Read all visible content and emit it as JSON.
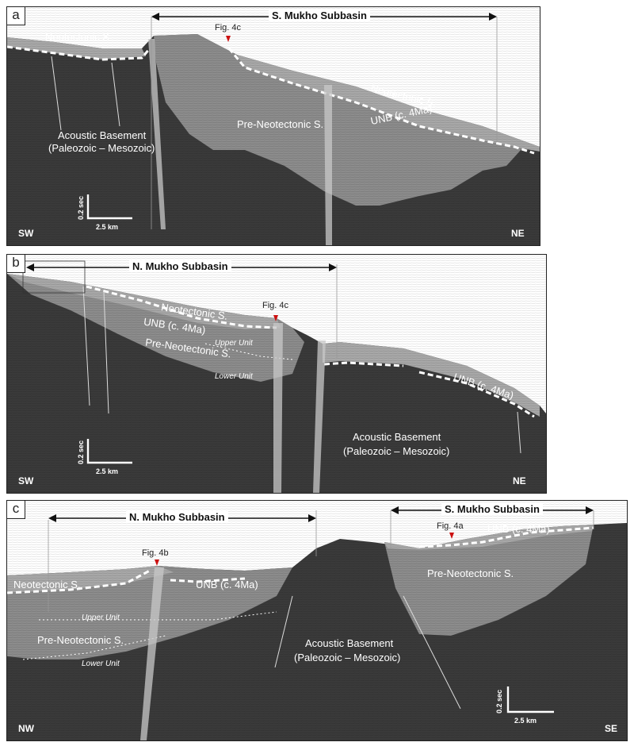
{
  "panels": [
    {
      "id": "a",
      "subbasin": "S. Mukho Subbasin",
      "fig_ref": "Fig. 4c",
      "labels": {
        "neotectonic_left": "Neotectonic S.",
        "neotectonic_right": "Neotectonic S.",
        "unb": "UNB (c. 4Ma)",
        "pre_neotectonic": "Pre-Neotectonic S.",
        "basement_1": "Acoustic Basement",
        "basement_2": "(Paleozoic – Mesozoic)"
      },
      "dir_left": "SW",
      "dir_right": "NE",
      "scale_v": "0.2 sec",
      "scale_h": "2.5 km"
    },
    {
      "id": "b",
      "subbasin": "N. Mukho Subbasin",
      "fig_ref": "Fig. 4c",
      "labels": {
        "neotectonic": "Neotectonic S.",
        "unb_left": "UNB (c. 4Ma)",
        "upper_unit": "Upper Unit",
        "pre_neotectonic": "Pre-Neotectonic S.",
        "lower_unit": "Lower Unit",
        "unb_right": "UNB (c. 4Ma)",
        "basement_1": "Acoustic Basement",
        "basement_2": "(Paleozoic – Mesozoic)"
      },
      "dir_left": "SW",
      "dir_right": "NE",
      "scale_v": "0.2 sec",
      "scale_h": "2.5 km"
    },
    {
      "id": "c",
      "subbasin_left": "N. Mukho Subbasin",
      "subbasin_right": "S. Mukho Subbasin",
      "fig_ref_left": "Fig. 4b",
      "fig_ref_right": "Fig. 4a",
      "labels": {
        "neotectonic": "Neotectonic S.",
        "unb_left": "UNB (c. 4Ma)",
        "unb_right": "UNB (c. 4Ma)",
        "upper_unit": "Upper Unit",
        "pre_neotectonic_left": "Pre-Neotectonic S.",
        "lower_unit": "Lower Unit",
        "pre_neotectonic_right": "Pre-Neotectonic S.",
        "basement_1": "Acoustic Basement",
        "basement_2": "(Paleozoic – Mesozoic)"
      },
      "dir_left": "NW",
      "dir_right": "SE",
      "scale_v": "0.2 sec",
      "scale_h": "2.5 km"
    }
  ],
  "colors": {
    "basement": "#3a3a3a",
    "sediment": "#8c8c8c",
    "upper_sediment": "#a8a8a8",
    "water": "#ffffff",
    "fault_zone": "#c8c8c8",
    "marker": "#cc1111"
  }
}
